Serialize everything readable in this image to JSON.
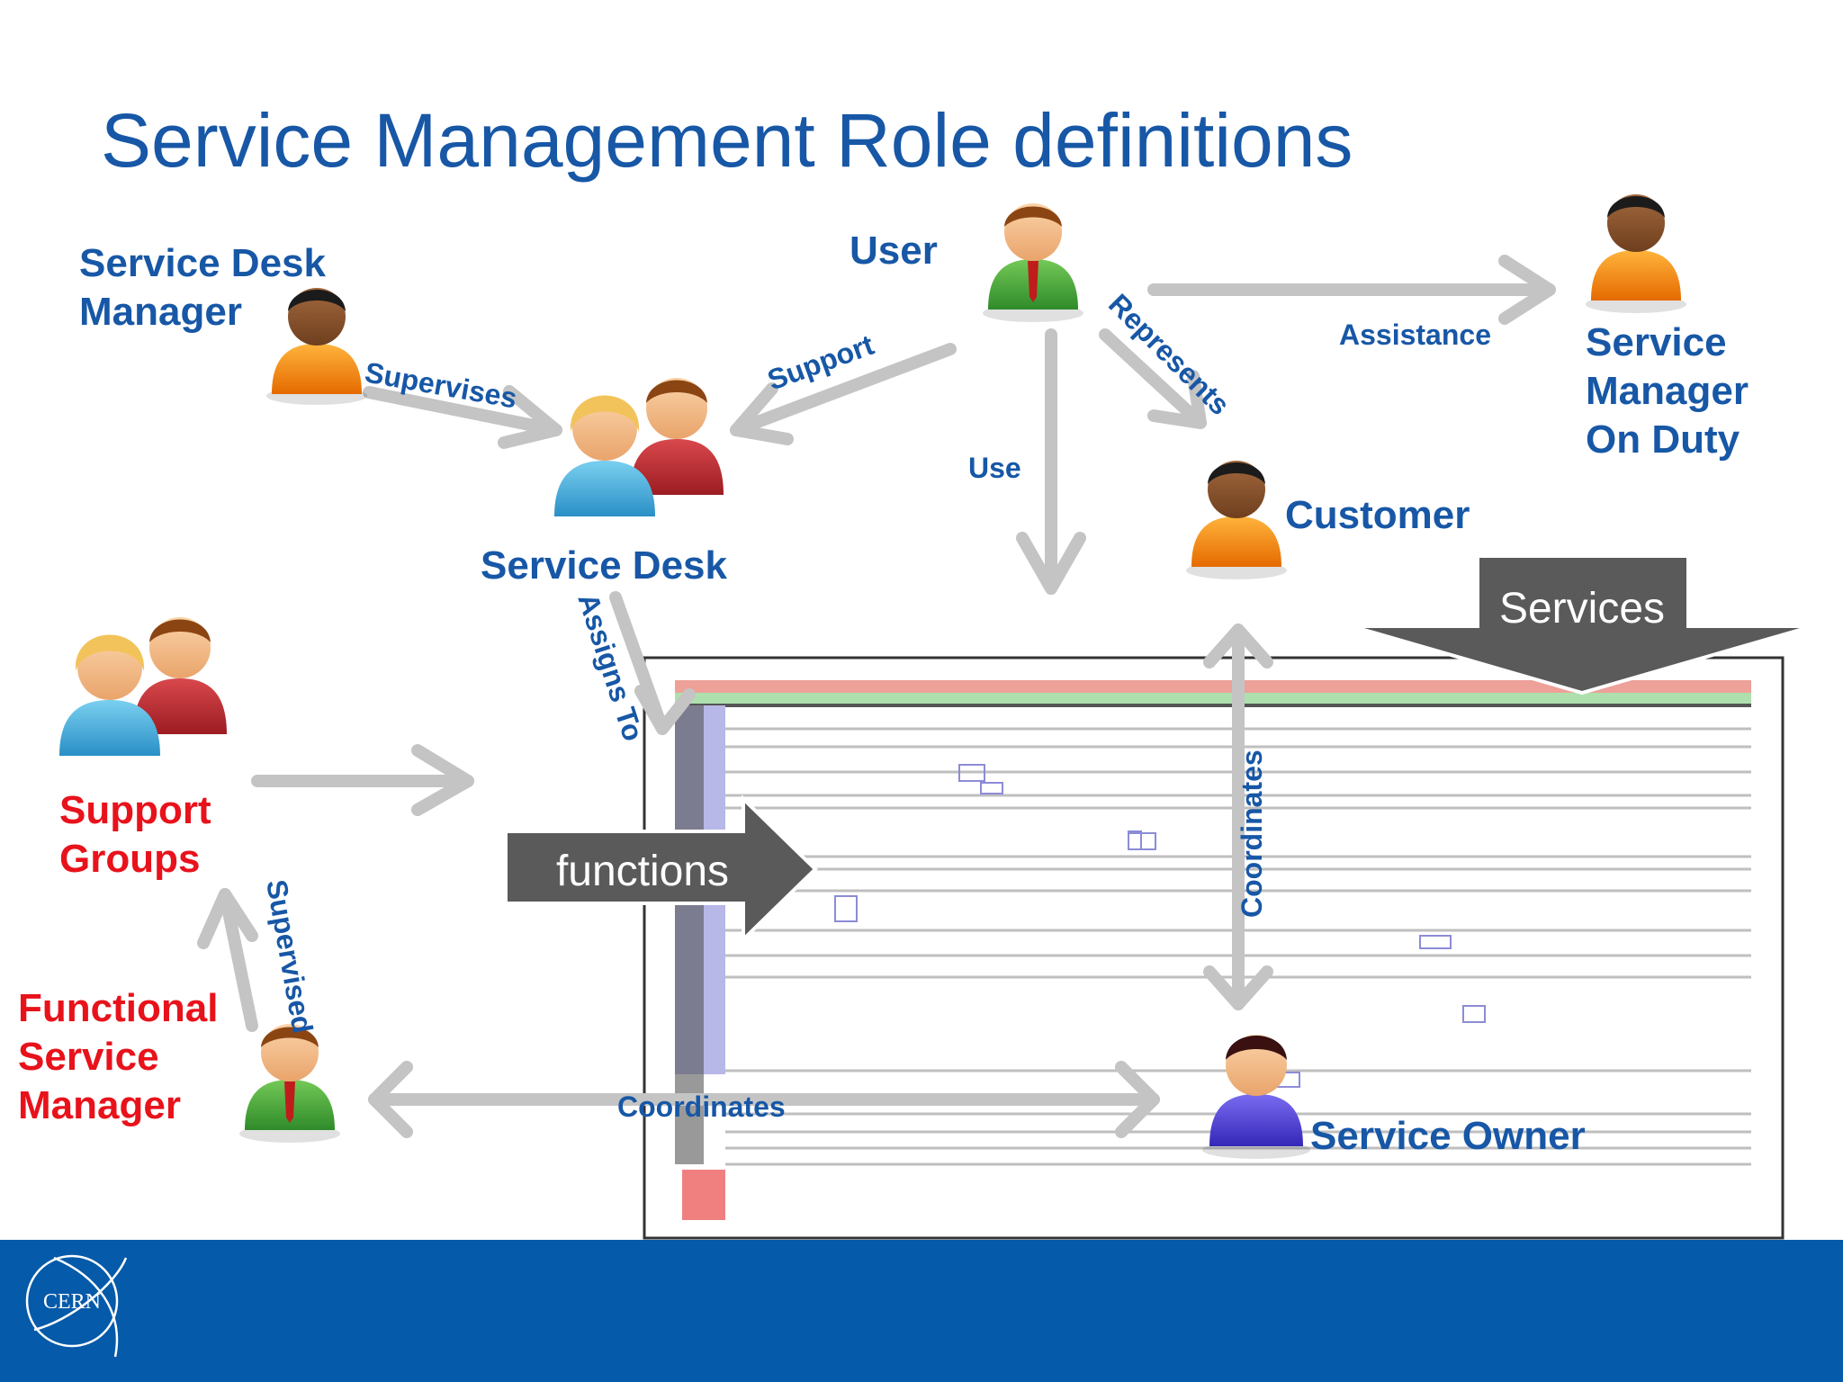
{
  "title": "Service Management Role definitions",
  "roles": {
    "service_desk_manager": [
      "Service Desk",
      "Manager"
    ],
    "user": "User",
    "service_manager_on_duty": [
      "Service",
      "Manager",
      "On Duty"
    ],
    "service_desk": "Service Desk",
    "customer": "Customer",
    "support_groups": [
      "Support",
      "Groups"
    ],
    "functional_service_manager": [
      "Functional",
      "Service",
      "Manager"
    ],
    "service_owner": "Service Owner"
  },
  "relations": {
    "supervises": "Supervises",
    "support": "Support",
    "represents": "Represents",
    "assistance": "Assistance",
    "use": "Use",
    "assigns_to": "Assigns To",
    "coordinates_vertical": "Coordinates",
    "coordinates_horizontal": "Coordinates",
    "supervised": "Supervised"
  },
  "callouts": {
    "services": "Services",
    "functions": "functions"
  },
  "footer": {
    "logo_text": "CERN"
  },
  "colors": {
    "title_blue": "#1757a6",
    "role_red": "#e8121b",
    "footer_blue": "#055aa9",
    "arrow_grey": "#c4c4c4",
    "callout_grey": "#5a5a5a"
  }
}
